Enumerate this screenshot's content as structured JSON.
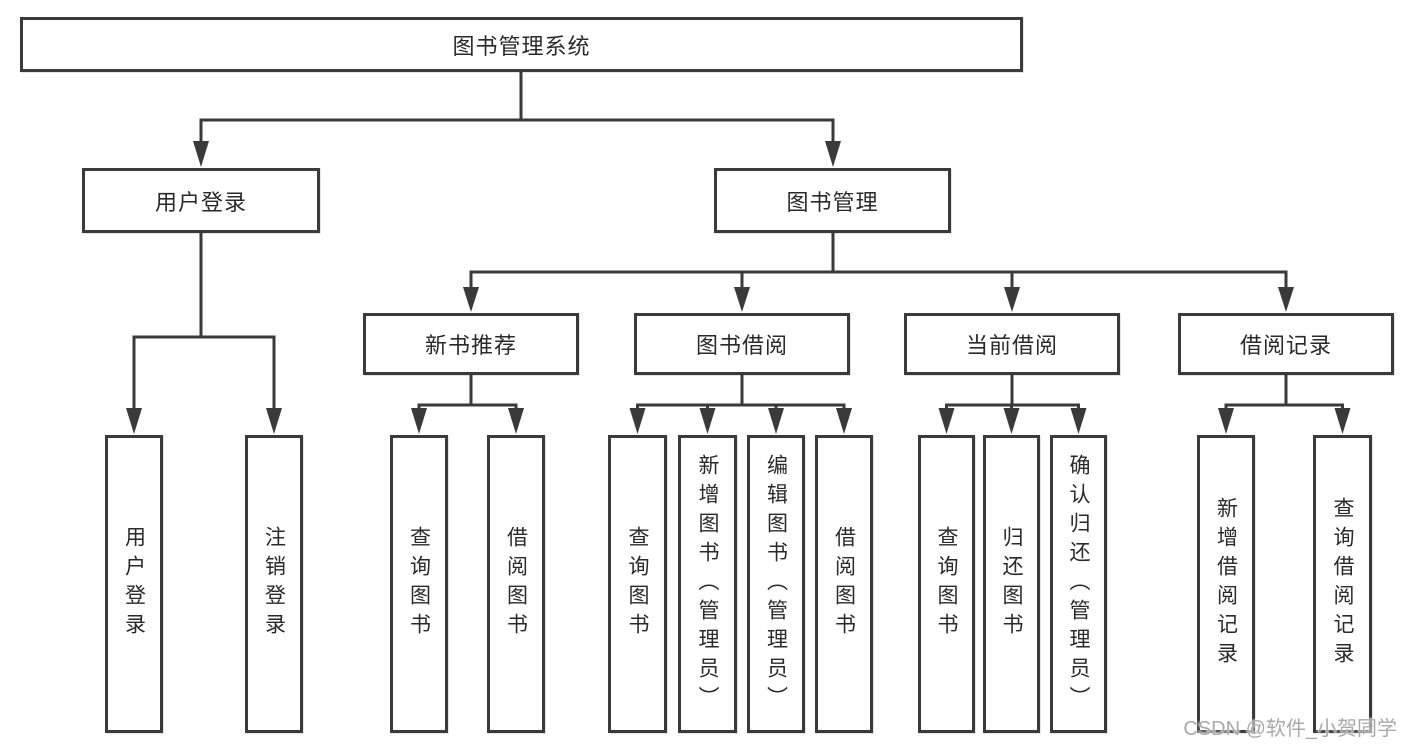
{
  "diagram": {
    "type": "org-tree",
    "colors": {
      "line": "#3a3a3a",
      "text": "#2a2a2a",
      "watermark": "#a9a9a9"
    },
    "nodes": {
      "root": {
        "label": "图书管理系统"
      },
      "user_login": {
        "label": "用户登录"
      },
      "book_mgmt": {
        "label": "图书管理"
      },
      "new_books": {
        "label": "新书推荐"
      },
      "book_borrow": {
        "label": "图书借阅"
      },
      "current_borrow": {
        "label": "当前借阅"
      },
      "borrow_records": {
        "label": "借阅记录"
      },
      "leaves": {
        "user_login": [
          "用户登录",
          "注销登录"
        ],
        "new_books": [
          "查询图书",
          "借阅图书"
        ],
        "book_borrow": [
          "查询图书",
          "新增图书（管理员）",
          "编辑图书（管理员）",
          "借阅图书"
        ],
        "current_borrow": [
          "查询图书",
          "归还图书",
          "确认归还（管理员）"
        ],
        "borrow_records": [
          "新增借阅记录",
          "查询借阅记录"
        ]
      }
    }
  },
  "watermark": "CSDN @软件_小贺同学"
}
